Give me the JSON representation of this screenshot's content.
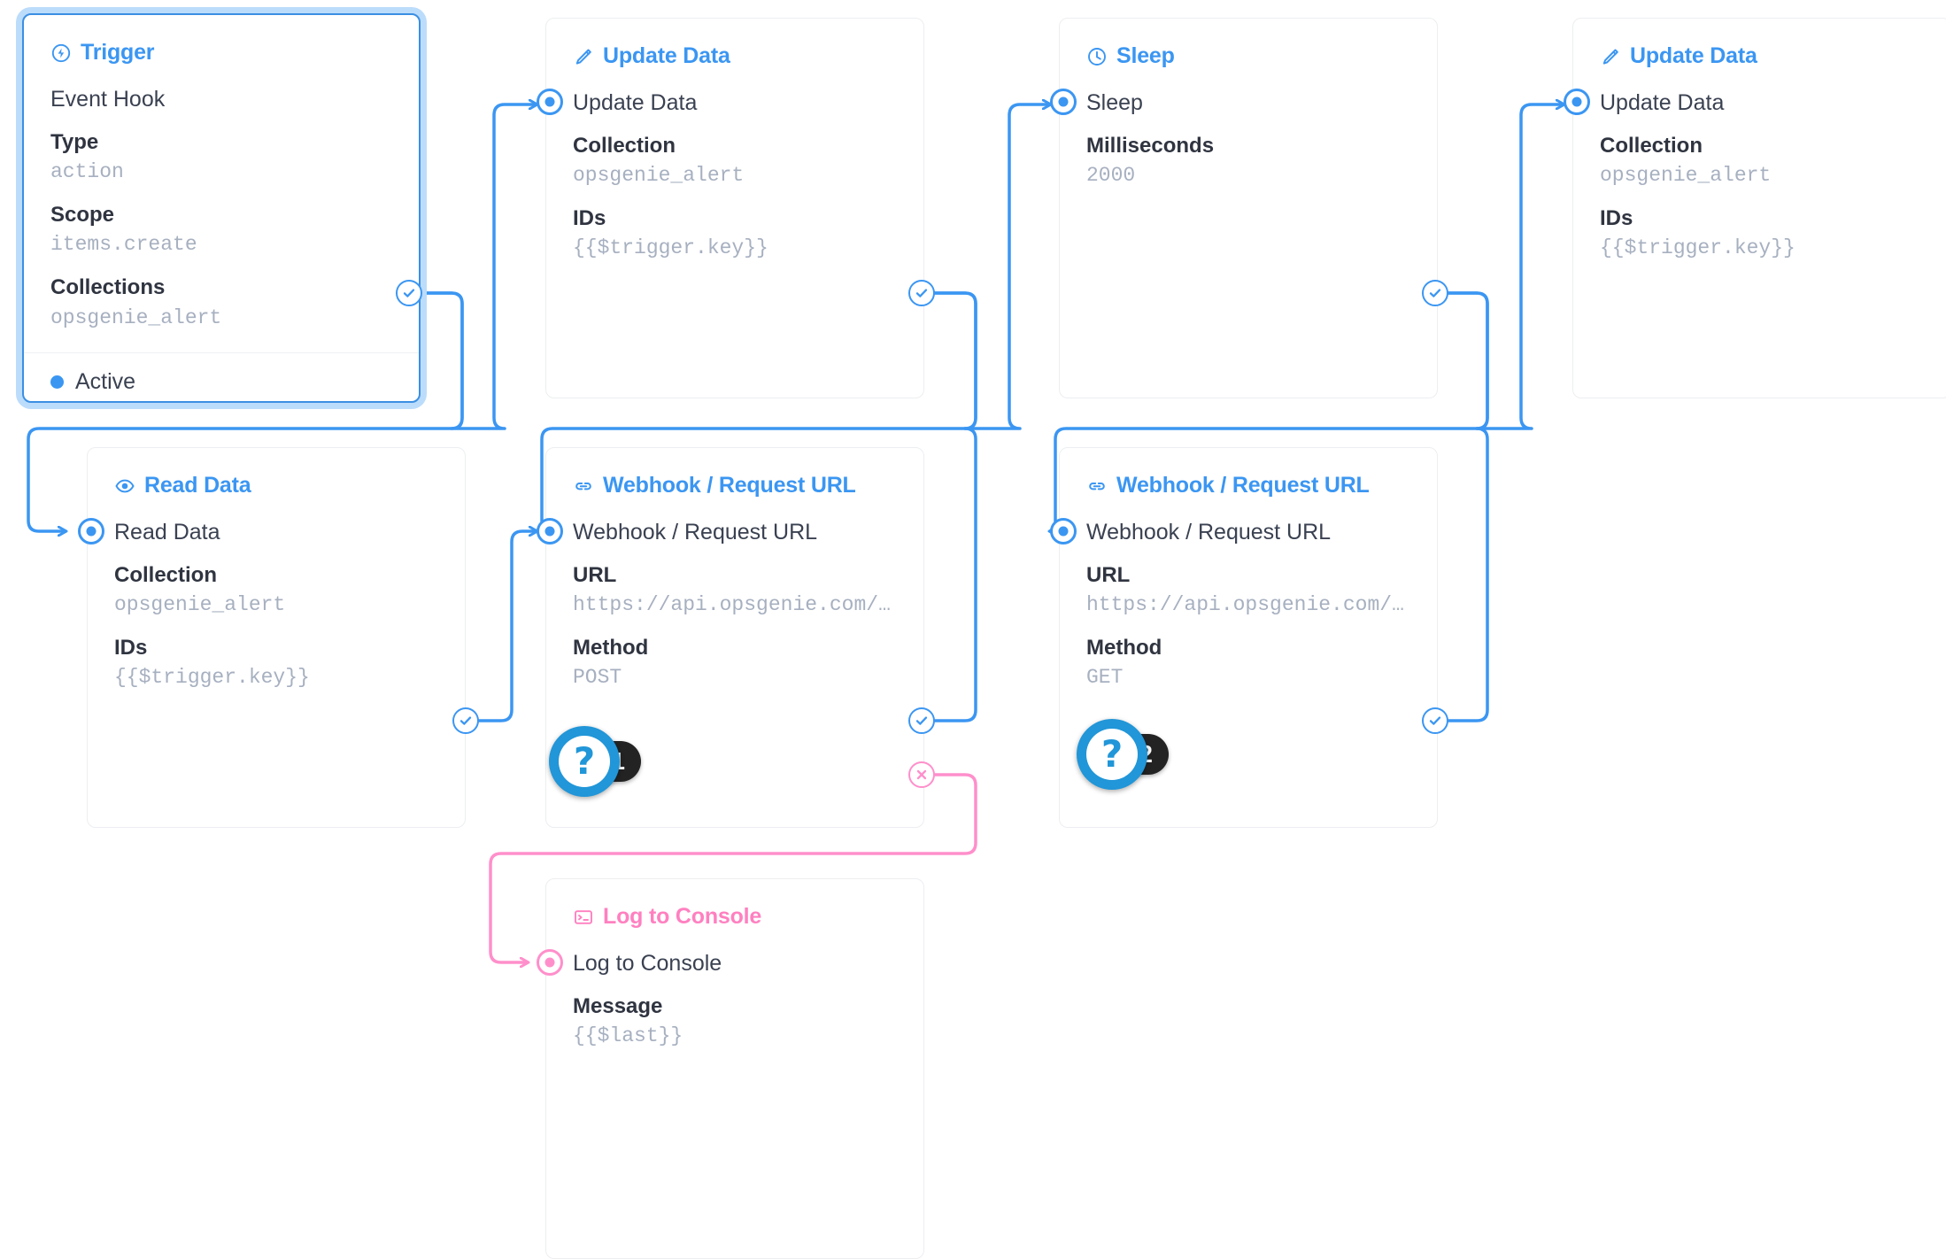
{
  "colors": {
    "accent": "#3b96f2",
    "accent_dark": "#2196d8",
    "error": "#ff8fcb",
    "pink_label": "#ff80c0",
    "selected_border": "#3b8fe3",
    "selected_glow": "#bcdcfb",
    "muted_value": "#a7b0c0",
    "label": "#2f3440",
    "badge_bg": "#232323"
  },
  "nodes": {
    "trigger": {
      "header": "Trigger",
      "header_icon": "lightning-circle-icon",
      "title": "Event Hook",
      "fields": [
        {
          "label": "Type",
          "value": "action"
        },
        {
          "label": "Scope",
          "value": "items.create"
        },
        {
          "label": "Collections",
          "value": "opsgenie_alert"
        }
      ],
      "status": "Active"
    },
    "update_data_1": {
      "header": "Update Data",
      "header_icon": "pencil-icon",
      "title": "Update Data",
      "fields": [
        {
          "label": "Collection",
          "value": "opsgenie_alert"
        },
        {
          "label": "IDs",
          "value": "{{$trigger.key}}"
        }
      ]
    },
    "sleep": {
      "header": "Sleep",
      "header_icon": "clock-icon",
      "title": "Sleep",
      "fields": [
        {
          "label": "Milliseconds",
          "value": "2000"
        }
      ]
    },
    "update_data_2": {
      "header": "Update Data",
      "header_icon": "pencil-icon",
      "title": "Update Data",
      "fields": [
        {
          "label": "Collection",
          "value": "opsgenie_alert"
        },
        {
          "label": "IDs",
          "value": "{{$trigger.key}}"
        }
      ]
    },
    "read_data": {
      "header": "Read Data",
      "header_icon": "eye-icon",
      "title": "Read Data",
      "fields": [
        {
          "label": "Collection",
          "value": "opsgenie_alert"
        },
        {
          "label": "IDs",
          "value": "{{$trigger.key}}"
        }
      ]
    },
    "webhook_post": {
      "header": "Webhook / Request URL",
      "header_icon": "link-icon",
      "title": "Webhook / Request URL",
      "fields": [
        {
          "label": "URL",
          "value": "https://api.opsgenie.com/v…"
        },
        {
          "label": "Method",
          "value": "POST"
        }
      ]
    },
    "webhook_get": {
      "header": "Webhook / Request URL",
      "header_icon": "link-icon",
      "title": "Webhook / Request URL",
      "fields": [
        {
          "label": "URL",
          "value": "https://api.opsgenie.com/v…"
        },
        {
          "label": "Method",
          "value": "GET"
        }
      ]
    },
    "log_to_console": {
      "header": "Log to Console",
      "header_icon": "terminal-icon",
      "title": "Log to Console",
      "fields": [
        {
          "label": "Message",
          "value": "{{$last}}"
        }
      ]
    }
  },
  "badges": [
    {
      "icon": "question-mark-icon",
      "number": "1"
    },
    {
      "icon": "question-mark-icon",
      "number": "2"
    }
  ]
}
